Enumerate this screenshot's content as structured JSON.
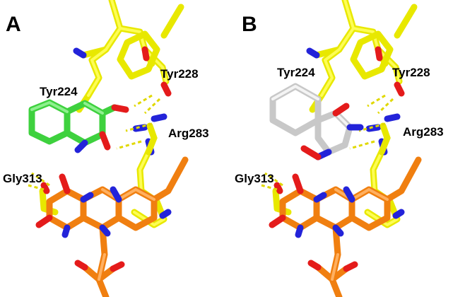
{
  "panels": [
    {
      "letter": "A",
      "labels": {
        "tyr224": "Tyr224",
        "tyr228": "Tyr228",
        "arg283": "Arg283",
        "gly313": "Gly313"
      },
      "ligand_color": "#3ed13e"
    },
    {
      "letter": "B",
      "labels": {
        "tyr224": "Tyr224",
        "tyr228": "Tyr228",
        "arg283": "Arg283",
        "gly313": "Gly313"
      },
      "ligand_color": "#dcdcdc"
    }
  ],
  "colors": {
    "protein": "#f2f200",
    "flavin": "#f07f10",
    "oxygen": "#e41b1b",
    "nitrogen": "#2323d9",
    "phosphorus": "#f07f10",
    "hbond": "#e0d800"
  }
}
